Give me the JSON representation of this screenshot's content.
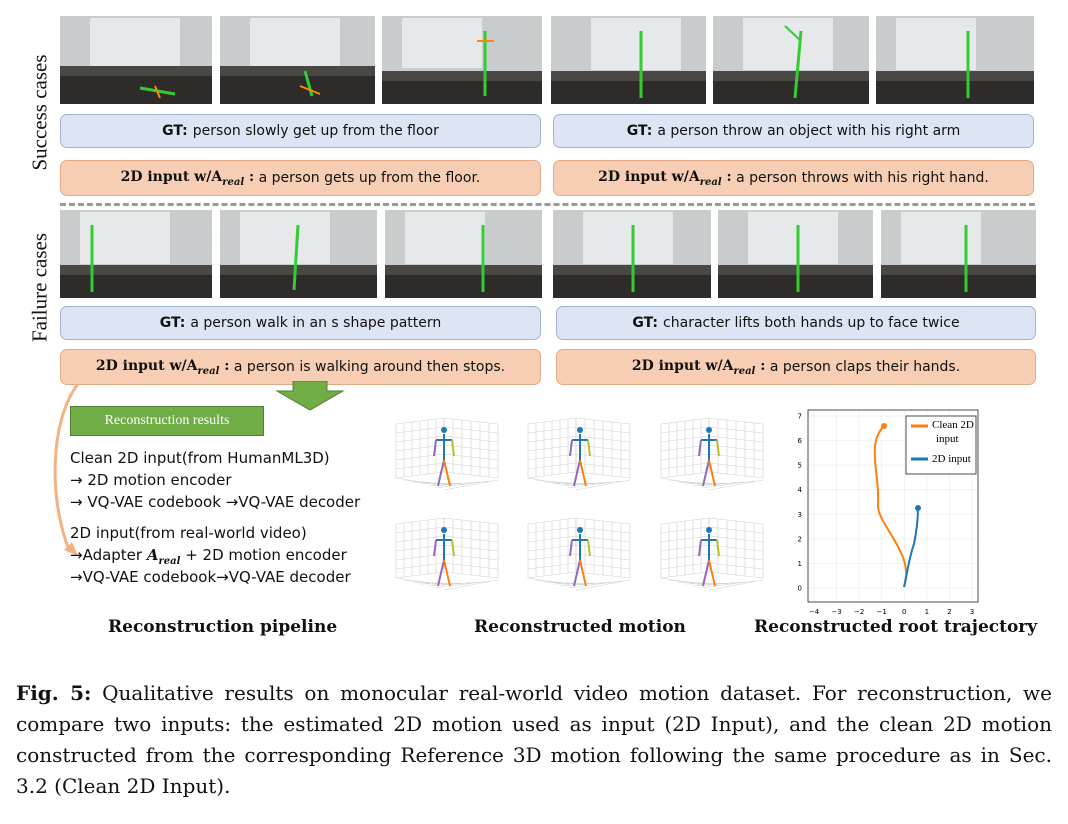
{
  "side_labels": {
    "success": "Success cases",
    "failure": "Failure cases"
  },
  "success_left": {
    "gt_label": "GT:",
    "gt_text": "person slowly get up from the floor",
    "input_label": "2D input w/A",
    "input_sub": "real",
    "input_sep": ":",
    "input_text": "a person gets up from the floor."
  },
  "success_right": {
    "gt_label": "GT:",
    "gt_text": "a person throw an object with his right arm",
    "input_label": "2D input w/A",
    "input_sub": "real",
    "input_sep": ":",
    "input_text": "a person throws with his right hand."
  },
  "failure_left": {
    "gt_label": "GT:",
    "gt_text": "a person walk in an s shape pattern",
    "input_label": "2D input w/A",
    "input_sub": "real",
    "input_sep": ":",
    "input_text": "a person is walking around then stops."
  },
  "failure_right": {
    "gt_label": "GT:",
    "gt_text": "character lifts both hands up to face twice",
    "input_label": "2D input w/A",
    "input_sub": "real",
    "input_sep": ":",
    "input_text": "a person claps their hands."
  },
  "pipeline": {
    "button_label": "Reconstruction results",
    "clean_line1": "Clean 2D input(from HumanML3D)",
    "clean_line2": "→ 2D motion encoder",
    "clean_line3": "→ VQ-VAE codebook →VQ-VAE decoder",
    "real_line1": "2D input(from real-world video)",
    "real_line2_pre": "→Adapter ",
    "real_line2_a": "A",
    "real_line2_sub": "real",
    "real_line2_post": " + 2D motion encoder",
    "real_line3": "→VQ-VAE codebook→VQ-VAE decoder"
  },
  "panel_titles": {
    "pipeline": "Reconstruction pipeline",
    "motion": "Reconstructed motion",
    "trajectory": "Reconstructed root trajectory"
  },
  "trajectory_plot": {
    "legend_clean": "Clean 2D",
    "legend_clean2": "input",
    "legend_input": "2D input",
    "x_ticks": [
      "−4",
      "−3",
      "−2",
      "−1",
      "0",
      "1",
      "2",
      "3"
    ],
    "y_ticks": [
      "0",
      "1",
      "2",
      "3",
      "4",
      "5",
      "6",
      "7"
    ],
    "colors": {
      "clean": "#ff7f0e",
      "input": "#1f77b4"
    }
  },
  "caption": {
    "fig_label": "Fig. 5:",
    "text": " Qualitative results on monocular real-world video motion dataset. For reconstruction, we compare two inputs: the estimated 2D motion used as input (2D Input), and the clean 2D motion constructed from the corresponding Reference 3D motion following the same procedure as in Sec. 3.2 (Clean 2D Input)."
  }
}
